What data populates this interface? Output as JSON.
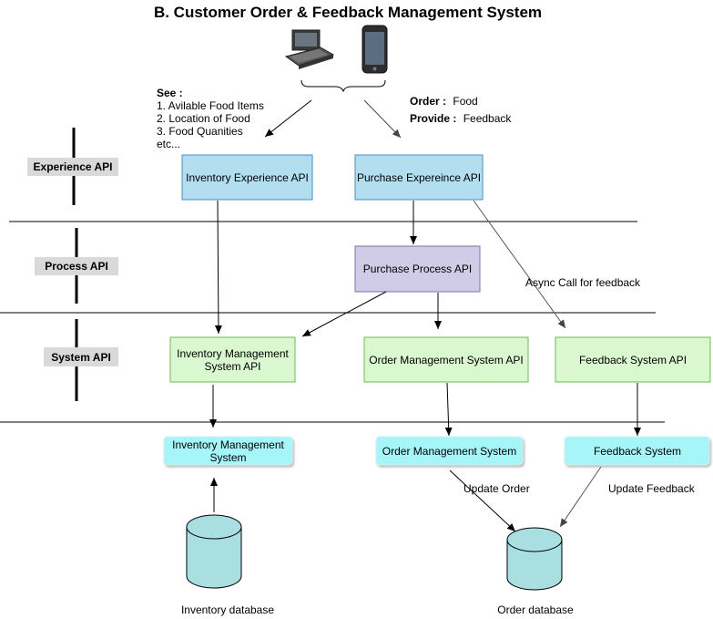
{
  "title": "B. Customer Order & Feedback Management System",
  "devices": {
    "desktop_icon": "desktop-computer-icon",
    "phone_icon": "smartphone-icon"
  },
  "see_note": {
    "heading": "See :",
    "lines": [
      "1. Avilable Food Items",
      "2. Location of Food",
      "3. Food Quanities",
      "etc..."
    ]
  },
  "order_note": {
    "order_label": "Order :",
    "order_value": "Food",
    "provide_label": "Provide :",
    "provide_value": "Feedback"
  },
  "layers": {
    "experience": "Experience API",
    "process": "Process API",
    "system": "System API"
  },
  "boxes": {
    "inventory_experience": "Inventory Experience API",
    "purchase_experience": "Purchase Expereince API",
    "purchase_process": "Purchase Process API",
    "inventory_mgmt_api_line1": "Inventory Management",
    "inventory_mgmt_api_line2": "System API",
    "order_mgmt_api": "Order Management System API",
    "feedback_api": "Feedback System API",
    "inventory_mgmt_line1": "Inventory Management",
    "inventory_mgmt_line2": "System",
    "order_mgmt": "Order Management System",
    "feedback_system": "Feedback System"
  },
  "edge_labels": {
    "async": "Async Call for feedback",
    "update_order": "Update Order",
    "update_feedback": "Update Feedback"
  },
  "databases": {
    "inventory": "Inventory database",
    "order": "Order database"
  },
  "colors": {
    "experience_fill": "#b3def0",
    "experience_stroke": "#4a8fb8",
    "process_fill": "#d0cce8",
    "process_stroke": "#7d74a8",
    "system_fill": "#d9f8cf",
    "system_stroke": "#6fba5a",
    "service_fill": "#a6f5f8",
    "db_fill": "#a9dfe0",
    "layer_label_bg": "#d9d9d9"
  }
}
